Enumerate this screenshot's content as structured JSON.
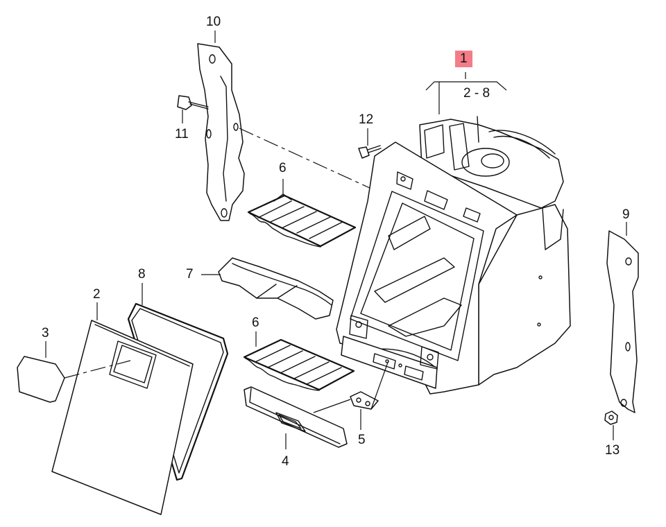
{
  "callouts": {
    "c1": "1",
    "c2_8": "2 - 8",
    "c2": "2",
    "c3": "3",
    "c4": "4",
    "c5": "5",
    "c6a": "6",
    "c6b": "6",
    "c7": "7",
    "c8": "8",
    "c9": "9",
    "c10": "10",
    "c11": "11",
    "c12": "12",
    "c13": "13"
  },
  "highlight_color": "#f47c86"
}
